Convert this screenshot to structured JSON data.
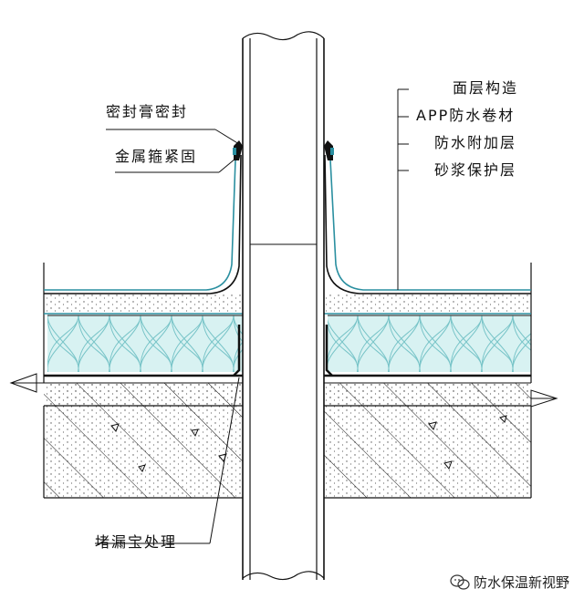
{
  "labels": {
    "sealant": "密封膏密封",
    "metal_hoop": "金属箍紧固",
    "surface_layer": "面层构造",
    "app_membrane": "APP防水卷材",
    "additional_layer": "防水附加层",
    "mortar_layer": "砂浆保护层",
    "plugging": "堵漏宝处理"
  },
  "watermark": {
    "text": "防水保温新视野",
    "icon": "wechat-icon"
  },
  "colors": {
    "line": "#111111",
    "membrane": "#2a8fa0",
    "insulation_fill": "#d8f2f2",
    "insulation_line": "#78c4c8"
  }
}
